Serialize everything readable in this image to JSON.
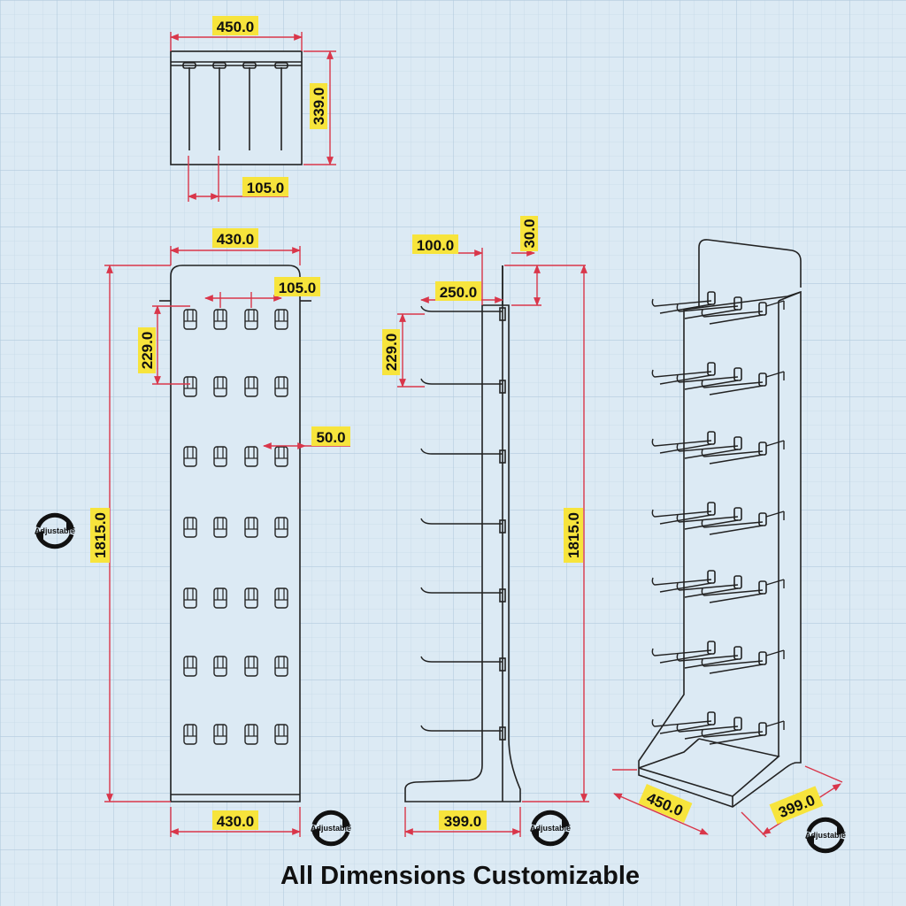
{
  "top_view": {
    "width": "450.0",
    "depth": "339.0",
    "hook_spacing": "105.0"
  },
  "front_view": {
    "top_width": "430.0",
    "hook_spacing": "105.0",
    "row_spacing": "229.0",
    "hook_width": "50.0",
    "height": "1815.0",
    "bottom_width": "430.0",
    "adjustable_left": "Adjustable",
    "adjustable_bottom": "Adjustable"
  },
  "side_view": {
    "offset": "100.0",
    "top_gap": "30.0",
    "hook_length": "250.0",
    "row_spacing": "229.0",
    "height": "1815.0",
    "depth": "399.0",
    "adjustable": "Adjustable"
  },
  "iso_view": {
    "width": "450.0",
    "depth": "399.0",
    "adjustable": "Adjustable"
  },
  "caption": "All Dimensions Customizable",
  "colors": {
    "background": "#dceaf4",
    "grid": "#b9d0e2",
    "dimension": "#d9364a",
    "label": "#f7e43c",
    "line": "#222222"
  },
  "icons": [
    "rotate-arrows-icon"
  ]
}
